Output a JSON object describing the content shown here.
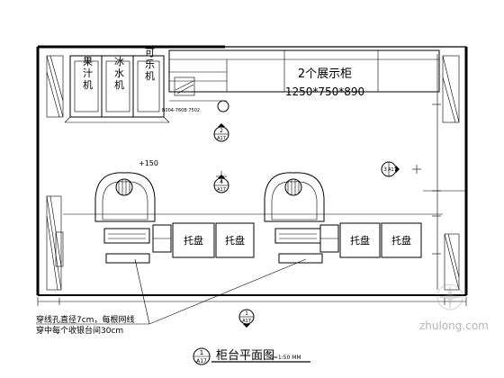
{
  "appliances": [
    {
      "label": "果汁机"
    },
    {
      "label": "冰水机"
    },
    {
      "label": "可乐机"
    }
  ],
  "display_cabinet": {
    "label": "2个展示柜",
    "size": "1250*750*890"
  },
  "small_note": "B004-760B 7502",
  "elevation_marks": [
    "+150"
  ],
  "tray_labels": [
    "托盘",
    "托盘",
    "托盘",
    "托盘"
  ],
  "section_refs": [
    {
      "num": "2",
      "sheet": "A17"
    },
    {
      "num": "3",
      "sheet": "A17"
    },
    {
      "num": "4",
      "sheet": "A17"
    },
    {
      "num": "1",
      "sheet": "A17"
    }
  ],
  "note_lines": [
    "穿线孔直径7cm，每根网线",
    "穿中每个收银台间30cm"
  ],
  "plan_title": {
    "num": "1",
    "sheet": "A17",
    "title": "柜台平面图",
    "scale": "S=1:50 MM"
  },
  "watermark": {
    "text": "zhulong.com"
  }
}
